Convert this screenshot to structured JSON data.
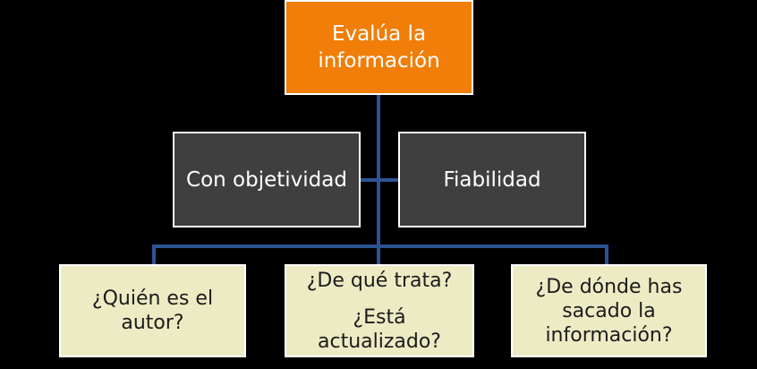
{
  "colors": {
    "background": "#000000",
    "connector": "#2E5394",
    "root_fill": "#F07E09",
    "criteria_fill": "#3F3F3F",
    "question_fill": "#EDEBC4",
    "border": "#FFFFFF",
    "light_text": "#FFFFFF",
    "dark_text": "#1B1B1B"
  },
  "diagram": {
    "root": {
      "label": "Evalúa la información"
    },
    "criteria": [
      {
        "label": "Con objetividad"
      },
      {
        "label": "Fiabilidad"
      }
    ],
    "questions": [
      {
        "label": "¿Quién es el autor?"
      },
      {
        "label": "¿De qué trata?",
        "label2": "¿Está actualizado?"
      },
      {
        "label": "¿De dónde has sacado la información?"
      }
    ]
  }
}
